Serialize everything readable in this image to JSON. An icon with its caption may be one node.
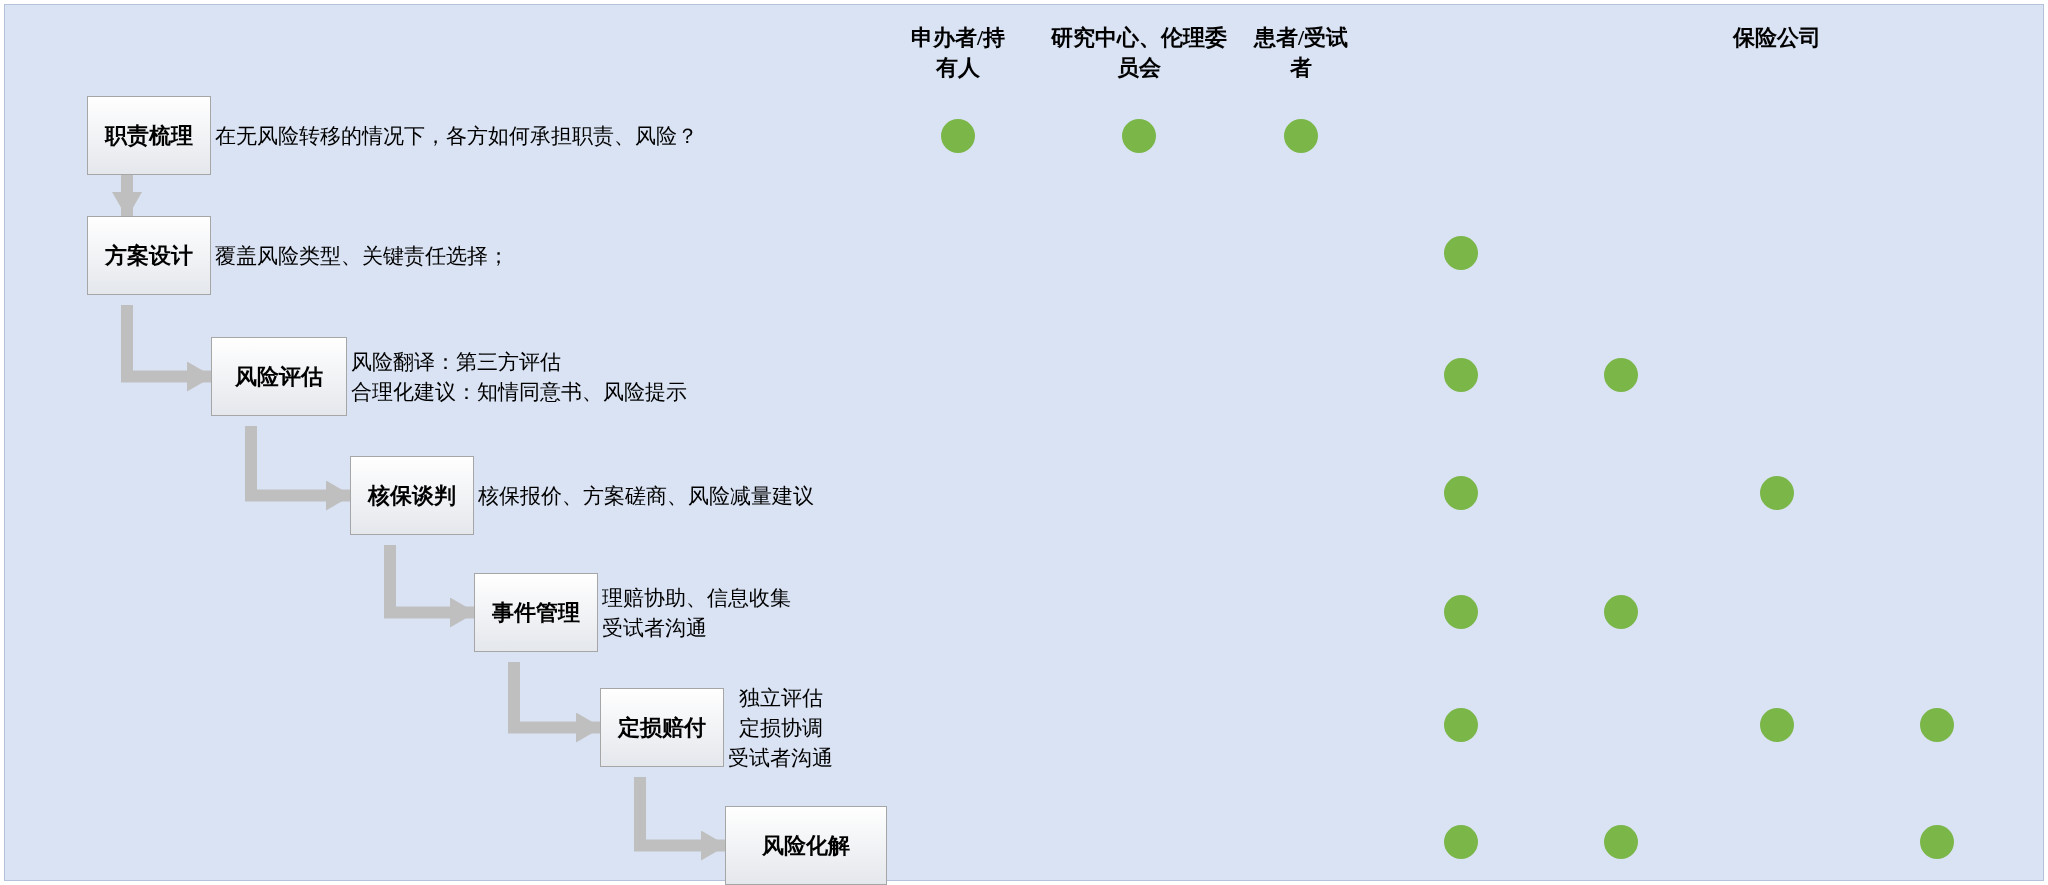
{
  "diagram": {
    "nodes": [
      {
        "text": [
          "职责梳理"
        ],
        "beside": [
          "在无风险转移的情况下，各方如何承担职责、风险？"
        ]
      },
      {
        "text": [
          "方案设计"
        ],
        "beside": [
          "覆盖风险类型、关键责任选择；"
        ]
      },
      {
        "text": [
          "风险评估"
        ],
        "beside": [
          "风险翻译：第三方评估",
          "合理化建议：知情同意书、风险提示"
        ]
      },
      {
        "text": [
          "核保谈判"
        ],
        "beside": [
          "核保报价、方案磋商、风险减量建议"
        ]
      },
      {
        "text": [
          "事件管理"
        ],
        "beside": [
          "理赔协助、信息收集",
          "受试者沟通"
        ]
      },
      {
        "text": [
          "定损赔付"
        ],
        "beside": [
          "独立评估",
          "定损协调",
          "受试者沟通"
        ]
      },
      {
        "text": [
          "风险化解"
        ]
      },
      {
        "text": [],
        "shape": "circle"
      },
      {
        "text": [],
        "shape": "circle"
      },
      {
        "text": [],
        "shape": "circle"
      },
      {
        "text": [],
        "shape": "circle"
      },
      {
        "text": [],
        "shape": "circle"
      },
      {
        "text": [],
        "shape": "circle"
      },
      {
        "text": [],
        "shape": "circle"
      },
      {
        "text": [],
        "shape": "circle"
      },
      {
        "text": [],
        "shape": "circle"
      },
      {
        "text": [],
        "shape": "circle"
      },
      {
        "text": [],
        "shape": "circle"
      },
      {
        "text": [],
        "shape": "circle"
      },
      {
        "text": [],
        "shape": "circle"
      },
      {
        "text": [],
        "shape": "circle"
      },
      {
        "text": [],
        "shape": "circle"
      },
      {
        "text": [],
        "shape": "circle"
      }
    ],
    "edges": [
      {
        "from": 0,
        "to": 1,
        "arrow": "to"
      },
      {
        "from": 1,
        "to": 2,
        "arrow": "to"
      },
      {
        "from": 2,
        "to": 3,
        "arrow": "to"
      },
      {
        "from": 3,
        "to": 4,
        "arrow": "to"
      },
      {
        "from": 4,
        "to": 5,
        "arrow": "to"
      },
      {
        "from": 5,
        "to": 6,
        "arrow": "to"
      }
    ],
    "labels": [
      "申办者/持有人",
      "研究中心、伦理委员会",
      "患者/受试者",
      "保险公司"
    ]
  }
}
